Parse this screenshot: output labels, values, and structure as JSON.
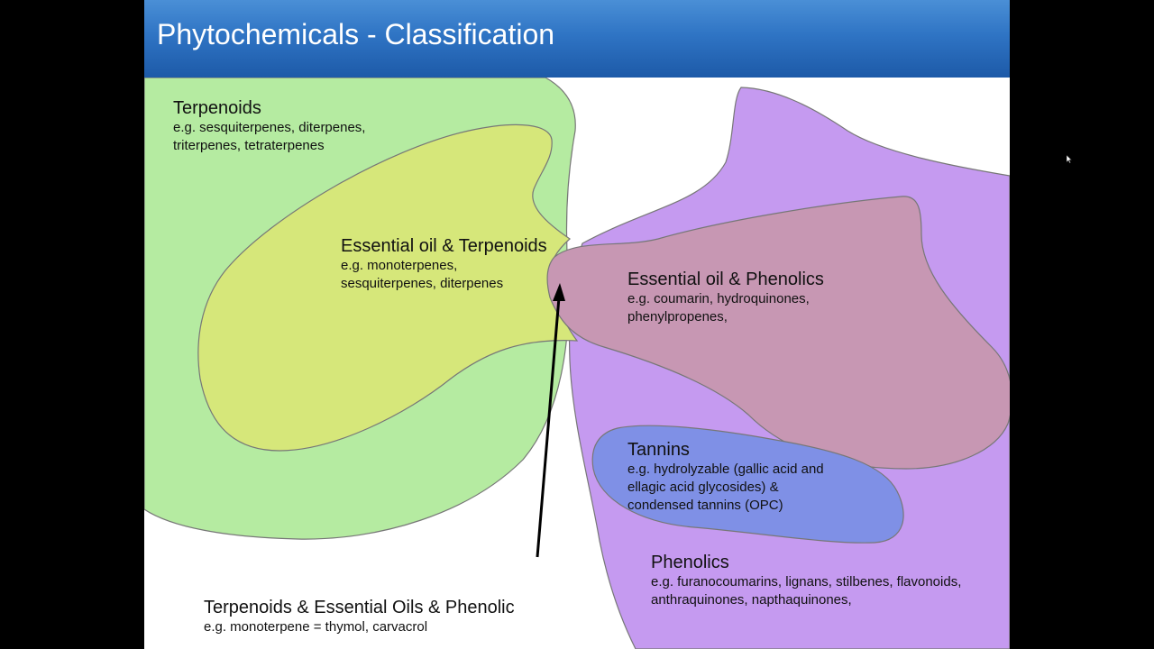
{
  "title": "Phytochemicals - Classification",
  "colors": {
    "terpenoids": "#b5eba1",
    "essential_oil_terpenoids": "#d6e77a",
    "phenolics": "#c59af0",
    "essential_oil_phenolics": "#c797b3",
    "tannins": "#7f90e6",
    "arrow": "#000000"
  },
  "regions": {
    "terpenoids": {
      "heading": "Terpenoids",
      "line1": "e.g. sesquiterpenes, diterpenes,",
      "line2": "triterpenes, tetraterpenes"
    },
    "essential_oil_terpenoids": {
      "heading": "Essential oil & Terpenoids",
      "line1": "e.g. monoterpenes,",
      "line2": "sesquiterpenes,  diterpenes"
    },
    "essential_oil_phenolics": {
      "heading": "Essential oil & Phenolics",
      "line1": "e.g. coumarin, hydroquinones,",
      "line2": "phenylpropenes,"
    },
    "tannins": {
      "heading": "Tannins",
      "line1": "e.g. hydrolyzable (gallic acid and",
      "line2": "ellagic acid glycosides) &",
      "line3": "condensed tannins (OPC)"
    },
    "phenolics": {
      "heading": "Phenolics",
      "line1": "e.g. furanocoumarins, lignans, stilbenes, flavonoids,",
      "line2": "anthraquinones, napthaquinones,"
    },
    "all_three": {
      "heading": "Terpenoids & Essential Oils & Phenolic",
      "line1": "e.g. monoterpene = thymol, carvacrol"
    }
  }
}
